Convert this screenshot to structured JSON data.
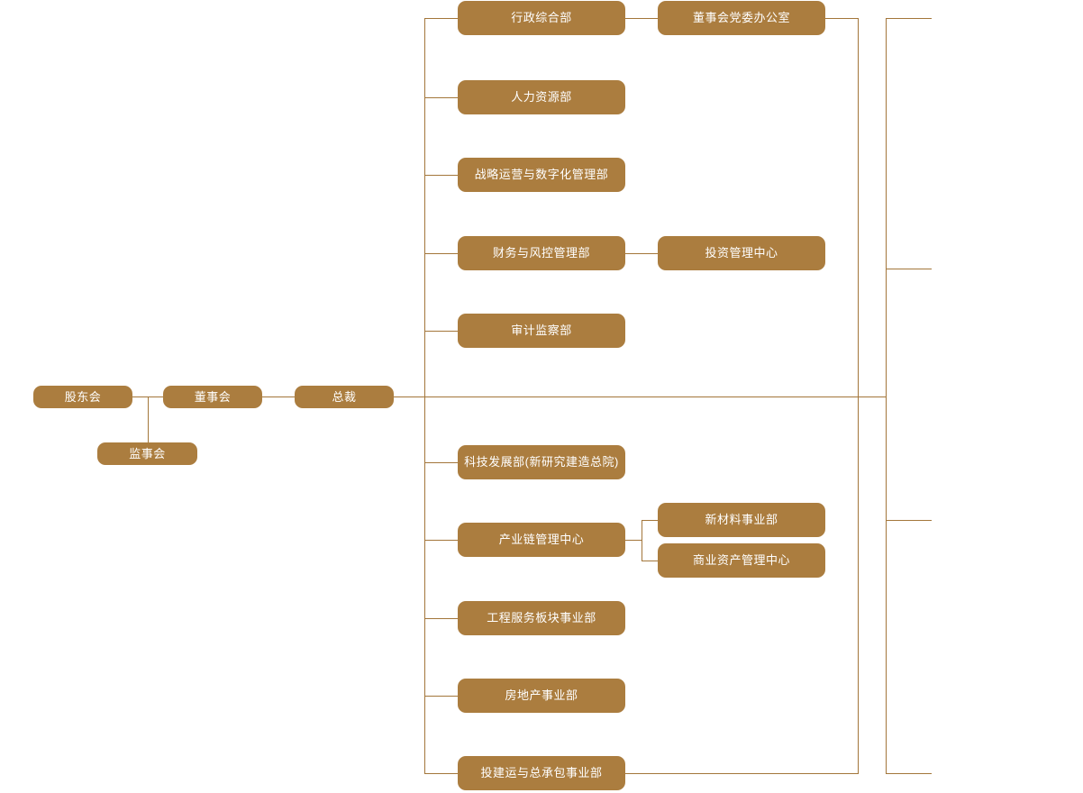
{
  "diagram": {
    "type": "organization-chart",
    "title_present": false,
    "colors": {
      "node_fill": "#ab7d3f",
      "node_text": "#ffffff",
      "connector": "#a3763a",
      "background": "#ffffff"
    },
    "governance": [
      {
        "id": "shareholders",
        "label": "股东会"
      },
      {
        "id": "board",
        "label": "董事会"
      },
      {
        "id": "supervisors",
        "label": "监事会"
      },
      {
        "id": "president",
        "label": "总裁"
      }
    ],
    "departments_upper": [
      {
        "id": "admin",
        "label": "行政综合部"
      },
      {
        "id": "hr",
        "label": "人力资源部"
      },
      {
        "id": "strategy",
        "label": "战略运营与数字化管理部"
      },
      {
        "id": "finance",
        "label": "财务与风控管理部"
      },
      {
        "id": "audit",
        "label": "审计监察部"
      }
    ],
    "departments_lower": [
      {
        "id": "tech",
        "label": "科技发展部(新研究建造总院)"
      },
      {
        "id": "industry-chain",
        "label": "产业链管理中心"
      },
      {
        "id": "engineering",
        "label": "工程服务板块事业部"
      },
      {
        "id": "realestate",
        "label": "房地产事业部"
      },
      {
        "id": "epc",
        "label": "投建运与总承包事业部"
      }
    ],
    "sub_units": [
      {
        "id": "party-office",
        "label": "董事会党委办公室",
        "parent": "admin"
      },
      {
        "id": "investment",
        "label": "投资管理中心",
        "parent": "finance"
      },
      {
        "id": "new-material",
        "label": "新材料事业部",
        "parent": "industry-chain"
      },
      {
        "id": "commercial-asset",
        "label": "商业资产管理中心",
        "parent": "industry-chain"
      }
    ]
  }
}
